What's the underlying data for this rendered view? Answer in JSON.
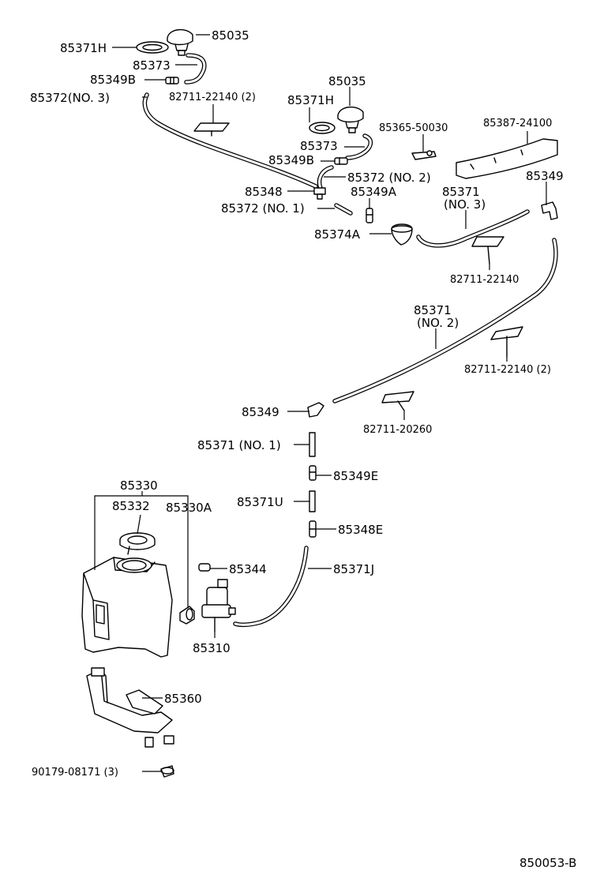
{
  "labels": {
    "p85035_a": "85035",
    "p85371H_a": "85371H",
    "p85373_a": "85373",
    "p85349B_a": "85349B",
    "p85372_no3": "85372(NO. 3)",
    "p82711_22140_2a": "82711-22140 (2)",
    "p85035_b": "85035",
    "p85371H_b": "85371H",
    "p85365": "85365-50030",
    "p85387": "85387-24100",
    "p85373_b": "85373",
    "p85349B_b": "85349B",
    "p85372_no2": "85372 (NO. 2)",
    "p85349_a": "85349",
    "p85348": "85348",
    "p85349A": "85349A",
    "p85371_no3_num": "85371",
    "p85371_no3_txt": "(NO. 3)",
    "p85372_no1": "85372 (NO. 1)",
    "p85374A": "85374A",
    "p82711_22140": "82711-22140",
    "p85371_no2_num": "85371",
    "p85371_no2_txt": "(NO. 2)",
    "p82711_22140_2b": "82711-22140 (2)",
    "p85349_b": "85349",
    "p82711_20260": "82711-20260",
    "p85371_no1": "85371 (NO. 1)",
    "p85349E": "85349E",
    "p85330": "85330",
    "p85332": "85332",
    "p85330A": "85330A",
    "p85371U": "85371U",
    "p85348E": "85348E",
    "p85344": "85344",
    "p85371J": "85371J",
    "p85310": "85310",
    "p85360": "85360",
    "p90179": "90179-08171 (3)",
    "diagram_code": "850053-B"
  }
}
